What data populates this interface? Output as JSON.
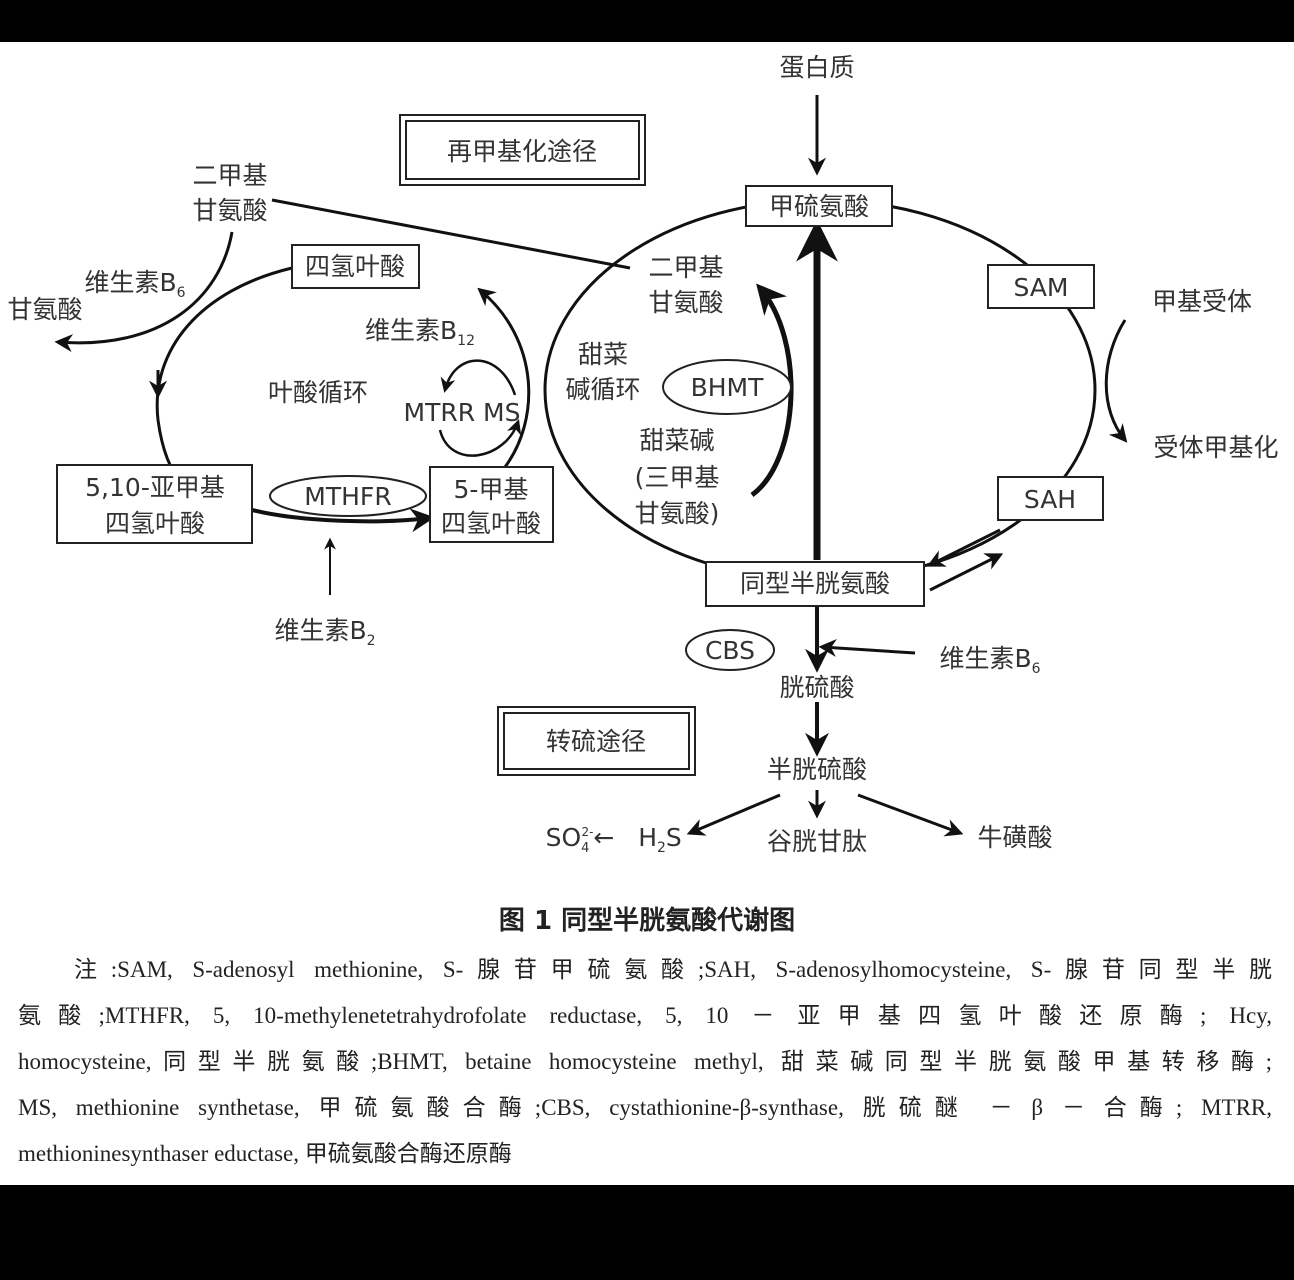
{
  "diagram": {
    "protein": "蛋白质",
    "remethylation_path": "再甲基化途径",
    "transsulfuration_path": "转硫途径",
    "methionine": "甲硫氨酸",
    "sam": "SAM",
    "sah": "SAH",
    "methyl_acceptor": "甲基受体",
    "acceptor_methylated": "受体甲基化",
    "homocysteine": "同型半胱氨酸",
    "dmg_right": [
      "二甲基",
      "甘氨酸"
    ],
    "betaine_cycle": [
      "甜菜",
      "碱循环"
    ],
    "bhmt": "BHMT",
    "betaine": [
      "甜菜碱",
      "(三甲基",
      "甘氨酸)"
    ],
    "cbs": "CBS",
    "vitamin_b6_right": {
      "base": "维生素B",
      "sub": "6"
    },
    "cystathionine": "胱硫酸",
    "cysteine": "半胱硫酸",
    "glutathione": "谷胱甘肽",
    "taurine": "牛磺酸",
    "h2s": {
      "h": "H",
      "sub": "2",
      "s": "S"
    },
    "sulfate": {
      "base": "SO",
      "sub": "4",
      "sup": "2-",
      "arrow": "←"
    },
    "dmg_left": [
      "二甲基",
      "甘氨酸"
    ],
    "vitamin_b6_left": {
      "base": "维生素B",
      "sub": "6"
    },
    "glycine": "甘氨酸",
    "thf": "四氢叶酸",
    "vitamin_b12": {
      "base": "维生素B",
      "sub": "12"
    },
    "folate_cycle": "叶酸循环",
    "mtrr_ms": "MTRR MS",
    "methylene_thf": [
      "5,10-亚甲基",
      "四氢叶酸"
    ],
    "methyl_thf": [
      "5-甲基",
      "四氢叶酸"
    ],
    "mthfr": "MTHFR",
    "vitamin_b2": {
      "base": "维生素B",
      "sub": "2"
    }
  },
  "caption": {
    "title": "图 1 同型半胱氨酸代谢图",
    "note_lines": [
      "注:SAM, S-adenosyl methionine, S-腺苷甲硫氨酸;SAH, S-adenosylhomocysteine, S-腺苷同型半胱",
      "氨酸;MTHFR, 5, 10-methylenetetrahydrofolate reductase, 5, 10 － 亚甲基四氢叶酸还原酶; Hcy,",
      "homocysteine,同型半胱氨酸;BHMT, betaine homocysteine methyl, 甜菜碱同型半胱氨酸甲基转移酶;",
      "MS, methionine synthetase, 甲硫氨酸合酶;CBS, cystathionine-β-synthase, 胱硫醚 － β － 合酶; MTRR,",
      "methioninesynthaser eductase, 甲硫氨酸合酶还原酶"
    ]
  }
}
